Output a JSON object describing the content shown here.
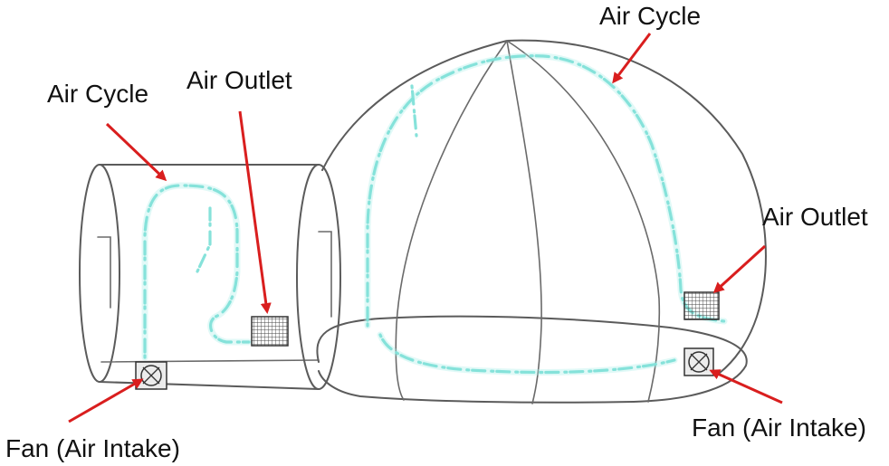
{
  "labels": {
    "air_cycle_left": "Air Cycle",
    "air_outlet_left": "Air Outlet",
    "air_cycle_top": "Air Cycle",
    "air_outlet_right": "Air Outlet",
    "fan_left": "Fan (Air Intake)",
    "fan_right": "Fan (Air Intake)"
  },
  "colors": {
    "arrow": "#d91e1e",
    "airflow": "#7fe0d8",
    "outline": "#5b5b5b",
    "text": "#111111"
  },
  "icons": {
    "arrow": "red-pointer-arrow",
    "vent": "grille-vent-icon",
    "fan": "fan-icon"
  }
}
